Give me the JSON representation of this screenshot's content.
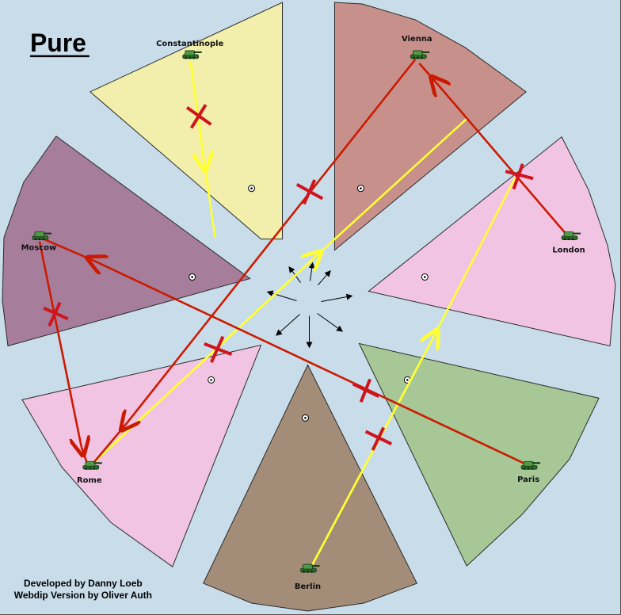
{
  "title": "Pure",
  "credits": {
    "line1": "Developed by Danny Loeb",
    "line2": "Webdip Version by Oliver Auth"
  },
  "colors": {
    "sea": "#c8dde9",
    "constantinople": "#f2eeab",
    "vienna": "#c8908a",
    "london": "#f2c4e3",
    "paris": "#a7c796",
    "berlin": "#a38c78",
    "rome": "#f2c4e3",
    "moscow": "#a67e9b",
    "hold_or_move_red": "#cc1a00",
    "support_yellow": "#ffff33",
    "failed_cross": "#d0141e"
  },
  "cities": [
    {
      "id": "constantinople",
      "label": "Constantinople",
      "icon": "army-tank-icon"
    },
    {
      "id": "vienna",
      "label": "Vienna",
      "icon": "army-tank-icon"
    },
    {
      "id": "london",
      "label": "London",
      "icon": "army-tank-icon"
    },
    {
      "id": "paris",
      "label": "Paris",
      "icon": "army-tank-icon"
    },
    {
      "id": "berlin",
      "label": "Berlin",
      "icon": "army-tank-icon"
    },
    {
      "id": "rome",
      "label": "Rome",
      "icon": "army-tank-icon"
    },
    {
      "id": "moscow",
      "label": "Moscow",
      "icon": "army-tank-icon"
    }
  ],
  "orders": [
    {
      "from": "vienna",
      "to": "rome",
      "type": "move",
      "failed": true
    },
    {
      "from": "london",
      "to": "vienna",
      "type": "move",
      "failed": true
    },
    {
      "from": "moscow",
      "to": "rome",
      "type": "move",
      "failed": true
    },
    {
      "from": "paris",
      "to": "moscow",
      "type": "move",
      "failed": true
    },
    {
      "from": "rome",
      "to": "vienna",
      "type": "support",
      "failed": true
    },
    {
      "from": "berlin",
      "to": "london",
      "type": "support",
      "failed": true
    },
    {
      "from": "constantinople",
      "to": "constantinople",
      "type": "support",
      "failed": true
    }
  ]
}
